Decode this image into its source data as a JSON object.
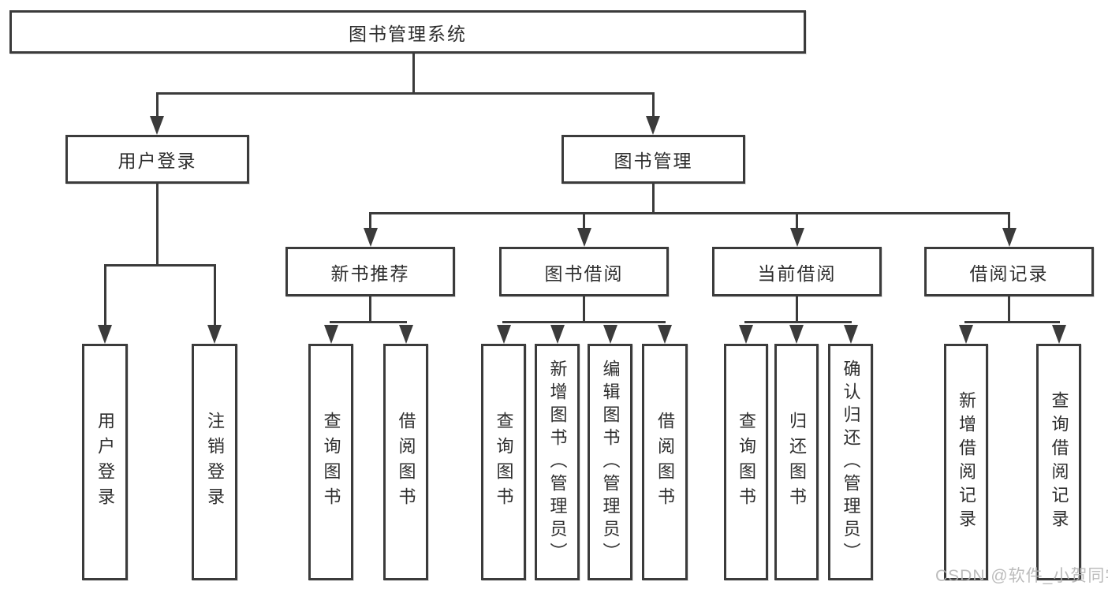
{
  "diagram": {
    "title": "图书管理系统",
    "level2": [
      {
        "label": "用户登录",
        "children": [
          "用户登录",
          "注销登录"
        ]
      },
      {
        "label": "图书管理"
      }
    ],
    "level3": [
      {
        "label": "新书推荐",
        "children": [
          "查询图书",
          "借阅图书"
        ]
      },
      {
        "label": "图书借阅",
        "children": [
          "查询图书",
          "新增图书（管理员）",
          "编辑图书（管理员）",
          "借阅图书"
        ]
      },
      {
        "label": "当前借阅",
        "children": [
          "查询图书",
          "归还图书",
          "确认归还（管理员）"
        ]
      },
      {
        "label": "借阅记录",
        "children": [
          "新增借阅记录",
          "查询借阅记录"
        ]
      }
    ],
    "watermark": "CSDN @软件_小贺同学",
    "colors": {
      "line": "#3b3b3b",
      "text": "#2e2e2e",
      "watermark": "#b5b5b5",
      "background": "#ffffff"
    }
  }
}
